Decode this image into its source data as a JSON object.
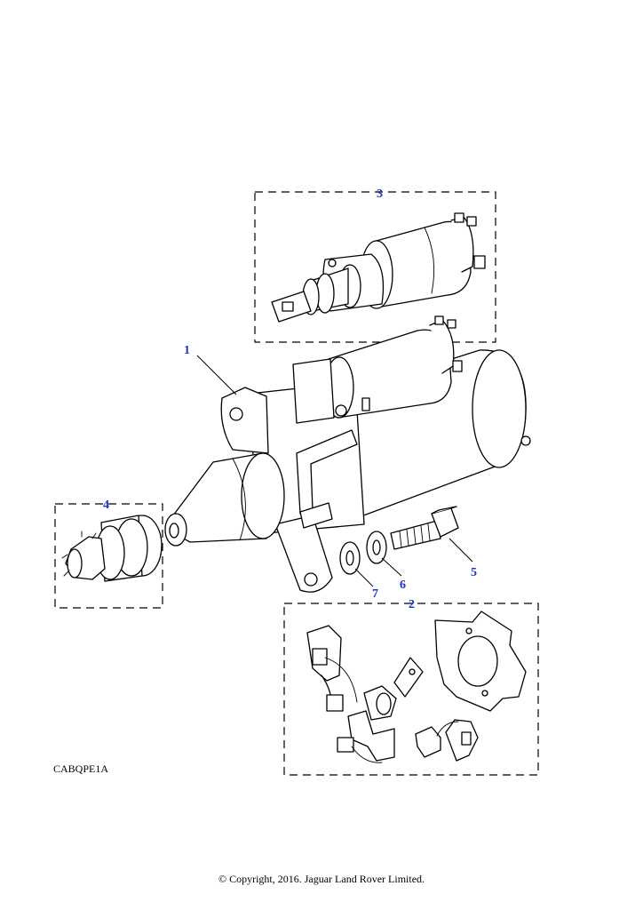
{
  "callouts": {
    "c1": "1",
    "c2": "2",
    "c3": "3",
    "c4": "4",
    "c5": "5",
    "c6": "6",
    "c7": "7"
  },
  "figure_code": "CABQPE1A",
  "copyright": "© Copyright, 2016. Jaguar Land Rover Limited.",
  "colors": {
    "callout": "#1a36c8",
    "ink": "#000000",
    "paper": "#ffffff"
  }
}
